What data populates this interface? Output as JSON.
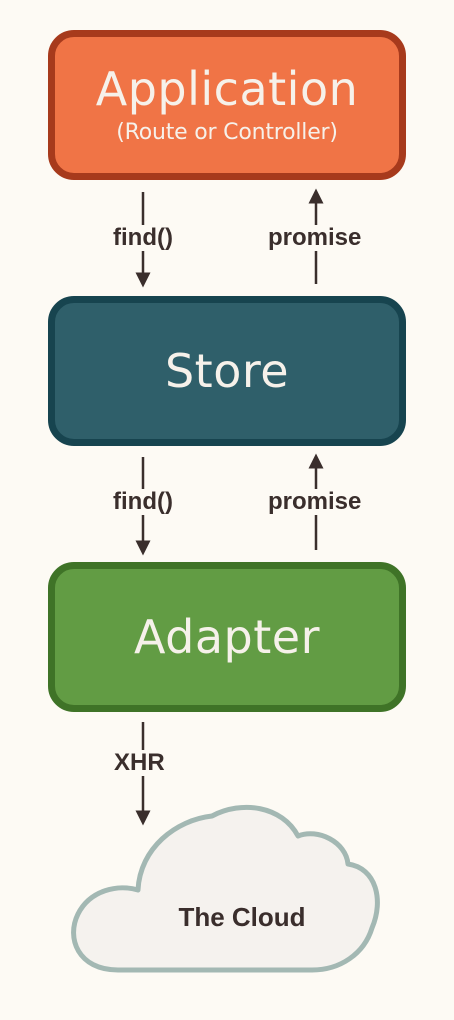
{
  "diagram": {
    "application": {
      "title": "Application",
      "subtitle": "(Route or Controller)"
    },
    "store": {
      "title": "Store"
    },
    "adapter": {
      "title": "Adapter"
    },
    "cloud": {
      "label": "The Cloud"
    },
    "edges": {
      "app_to_store": "find()",
      "store_to_app": "promise",
      "store_to_adapter": "find()",
      "adapter_to_store": "promise",
      "adapter_to_cloud": "XHR"
    },
    "colors": {
      "application_fill": "#f07446",
      "application_border": "#a73a1c",
      "store_fill": "#2f5f6a",
      "store_border": "#17444f",
      "adapter_fill": "#629c44",
      "adapter_border": "#3f7327",
      "cloud_fill": "#f5f2ee",
      "cloud_border": "#a3b8b3",
      "arrow": "#3a2e2c",
      "background": "#fdfaf4"
    }
  }
}
